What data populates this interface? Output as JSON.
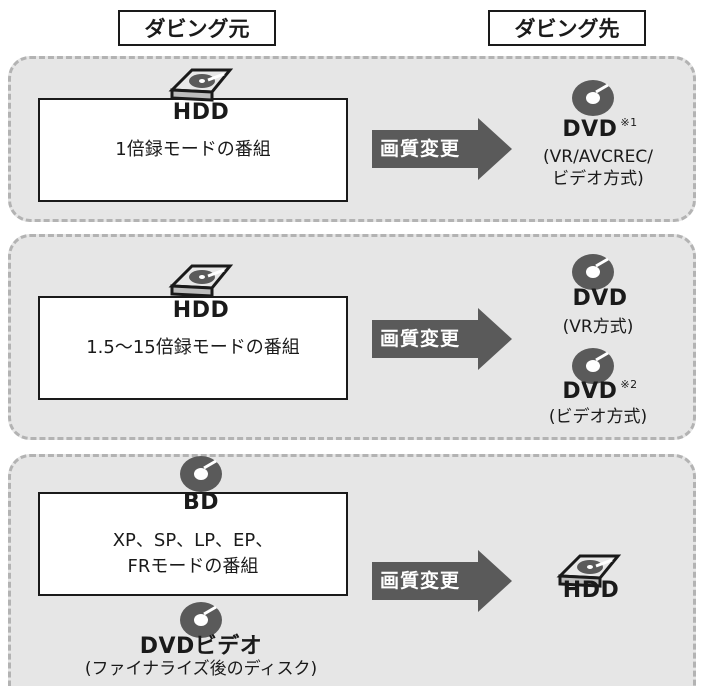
{
  "headers": {
    "source": "ダビング元",
    "destination": "ダビング先"
  },
  "rows": [
    {
      "source_disc": "HDD",
      "source_text": "1倍録モードの番組",
      "arrow_label": "画質変更",
      "destinations": [
        {
          "disc": "DVD",
          "note": "※1",
          "format": "(VR/AVCREC/\nビデオ方式)"
        }
      ]
    },
    {
      "source_disc": "HDD",
      "source_text": "1.5〜15倍録モードの番組",
      "arrow_label": "画質変更",
      "destinations": [
        {
          "disc": "DVD",
          "note": "",
          "format": "(VR方式)"
        },
        {
          "disc": "DVD",
          "note": "※2",
          "format": "(ビデオ方式)"
        }
      ]
    },
    {
      "source_disc": "BD",
      "source_text": "XP、SP、LP、EP、\nFRモードの番組",
      "source2_disc": "DVDビデオ",
      "source2_text": "(ファイナライズ後のディスク)",
      "arrow_label": "画質変更",
      "destinations": [
        {
          "disc": "HDD",
          "note": "",
          "format": ""
        }
      ]
    }
  ],
  "icons": [
    "hdd-icon",
    "dvd-disc-icon",
    "bd-disc-icon"
  ],
  "colors": {
    "panel": "#e6e6e6",
    "panel_border": "#b3b3b3",
    "arrow": "#5a5a5a",
    "ink": "#1a1a1a"
  }
}
